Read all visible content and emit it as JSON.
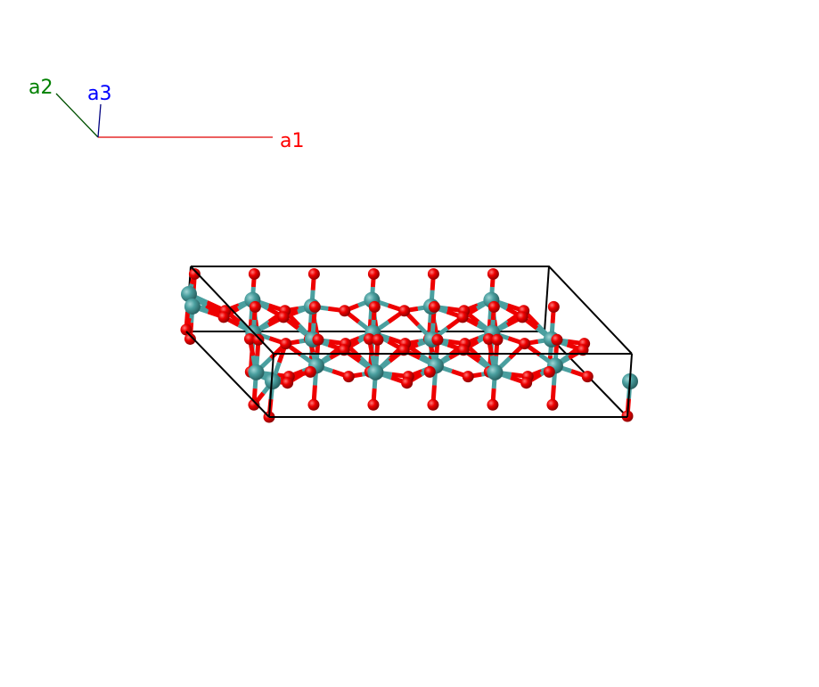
{
  "axes": {
    "a1": {
      "label": "a1",
      "color": "#ff0000"
    },
    "a2": {
      "label": "a2",
      "color": "#008000"
    },
    "a3": {
      "label": "a3",
      "color": "#0000ff"
    }
  },
  "structure": {
    "cell_edge_color": "#000000",
    "elements": [
      {
        "role": "metal",
        "color": "#4a9f9f"
      },
      {
        "role": "oxygen",
        "color": "#ee0000"
      }
    ]
  }
}
